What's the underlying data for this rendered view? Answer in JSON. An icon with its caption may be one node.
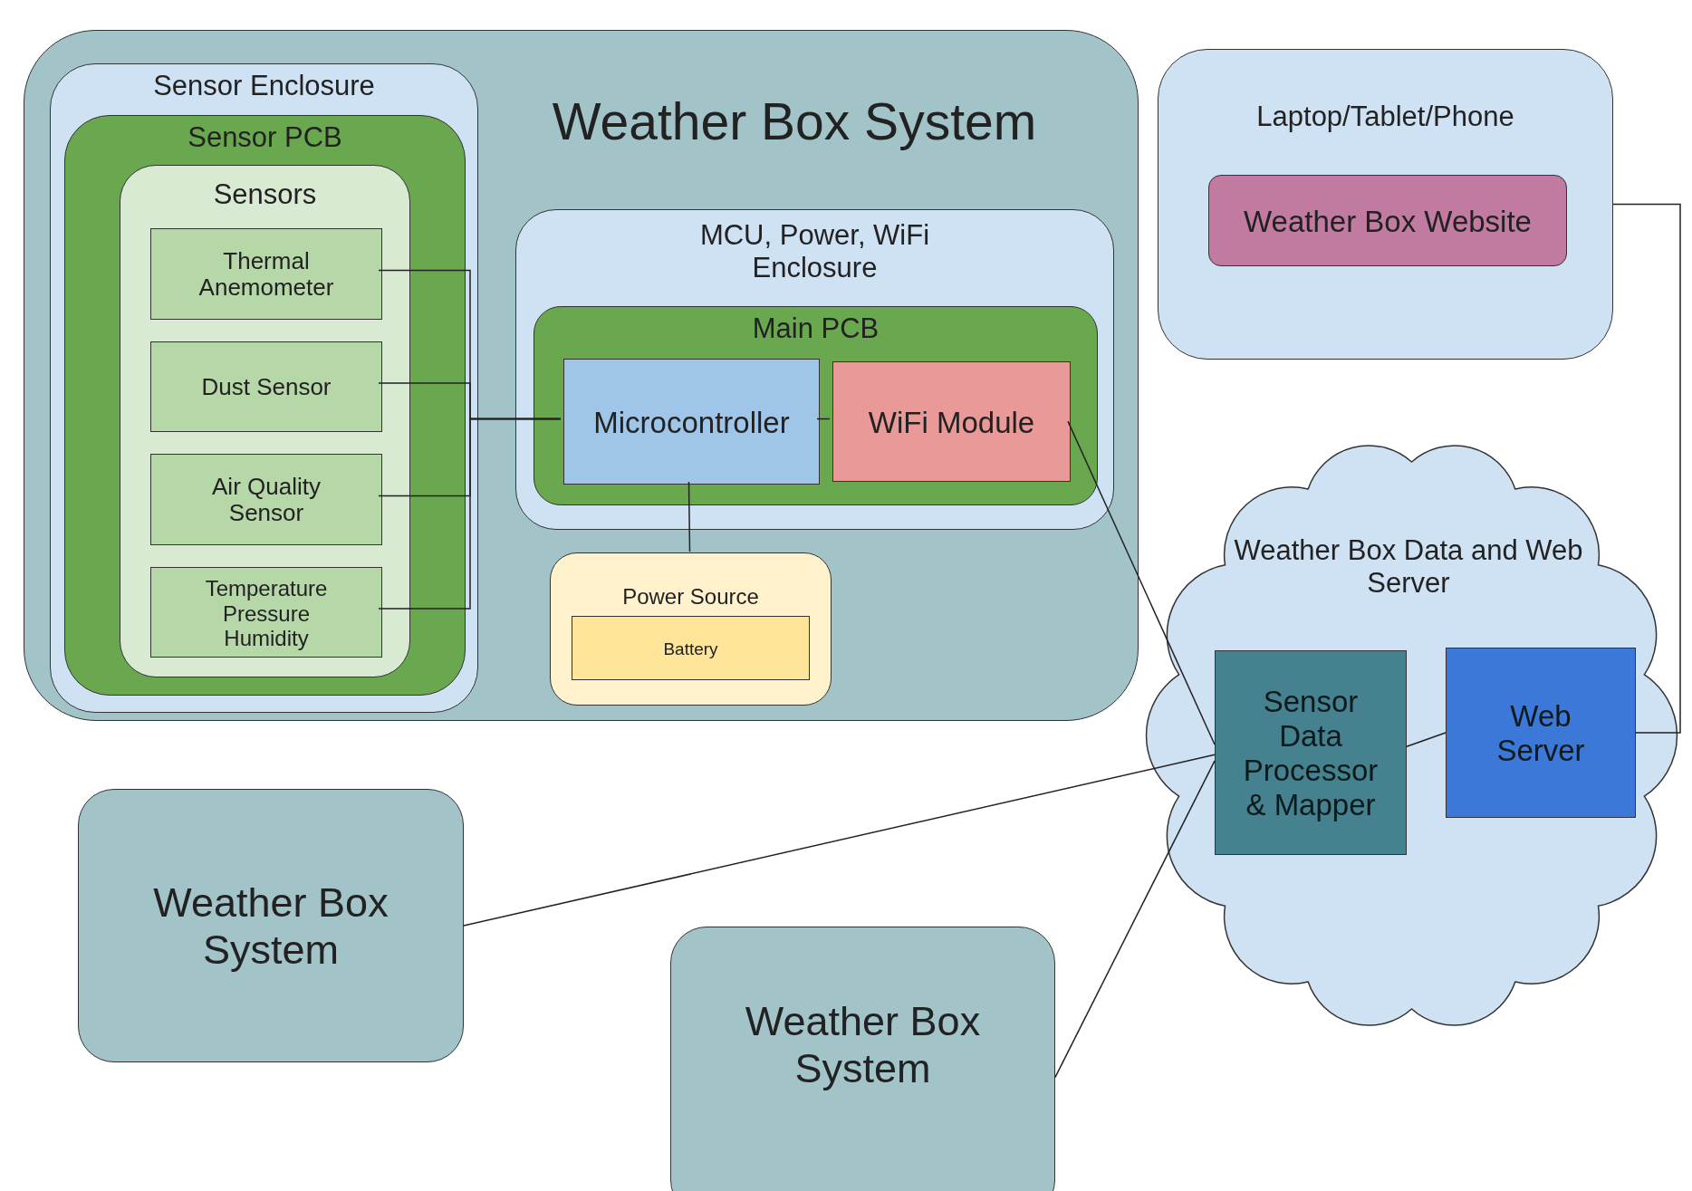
{
  "diagram": {
    "nodes": [
      {
        "text": [
          "Weather Box System"
        ]
      },
      {
        "text": [
          "Sensor Enclosure"
        ],
        "in": 0
      },
      {
        "text": [
          "Sensor PCB"
        ],
        "in": 1
      },
      {
        "text": [
          "Sensors"
        ],
        "in": 2
      },
      {
        "text": [
          "Thermal Anemometer"
        ],
        "in": 3
      },
      {
        "text": [
          "Dust Sensor"
        ],
        "in": 3
      },
      {
        "text": [
          "Air Quality Sensor"
        ],
        "in": 3
      },
      {
        "text": [
          "Temperature Pressure Humidity"
        ],
        "in": 3
      },
      {
        "text": [
          "MCU, Power, WiFi Enclosure"
        ],
        "in": 0
      },
      {
        "text": [
          "Main PCB"
        ],
        "in": 8
      },
      {
        "text": [
          "Microcontroller"
        ],
        "in": 9
      },
      {
        "text": [
          "WiFi Module"
        ],
        "in": 9
      },
      {
        "text": [
          "Power Source"
        ],
        "in": 0
      },
      {
        "text": [
          "Battery"
        ],
        "in": 12
      },
      {
        "text": [
          "Laptop/Tablet/Phone"
        ]
      },
      {
        "text": [
          "Weather Box Website"
        ],
        "in": 14
      },
      {
        "text": [
          "Weather Box Data and Web Server"
        ]
      },
      {
        "text": [
          "Sensor Data Processor & Mapper"
        ],
        "in": 16
      },
      {
        "text": [
          "Web Server"
        ],
        "in": 16
      },
      {
        "text": [
          "Weather Box System"
        ]
      },
      {
        "text": [
          "Weather Box System"
        ]
      }
    ],
    "edges": [
      {
        "from": 4,
        "to": 10,
        "arrow": "none"
      },
      {
        "from": 5,
        "to": 10,
        "arrow": "none"
      },
      {
        "from": 6,
        "to": 10,
        "arrow": "none"
      },
      {
        "from": 7,
        "to": 10,
        "arrow": "none"
      },
      {
        "from": 10,
        "to": 11,
        "arrow": "none"
      },
      {
        "from": 10,
        "to": 12,
        "arrow": "none"
      },
      {
        "from": 11,
        "to": 17,
        "arrow": "none"
      },
      {
        "from": 17,
        "to": 18,
        "arrow": "none"
      },
      {
        "from": 18,
        "to": 14,
        "arrow": "none"
      },
      {
        "from": 19,
        "to": 17,
        "arrow": "none"
      },
      {
        "from": 20,
        "to": 17,
        "arrow": "none"
      }
    ]
  }
}
